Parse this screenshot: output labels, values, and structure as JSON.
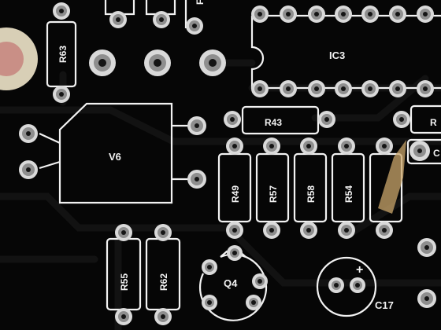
{
  "board": {
    "colors": {
      "substrate": "#060606",
      "trace": "#121212",
      "silkscreen": "#f2f2f2",
      "pad_outer": "#d9d9d9",
      "pad_inner": "#8e8e8e",
      "hole": "#151515",
      "mount_ring": "#d8cfb6",
      "mount_hole": "#c98f86",
      "flux": "#c9a66b"
    },
    "labels": {
      "r63": "R63",
      "ic3": "IC3",
      "r43": "R43",
      "v6": "V6",
      "r49": "R49",
      "r57": "R57",
      "r58": "R58",
      "r54": "R54",
      "r55": "R55",
      "r62": "R62",
      "q4": "Q4",
      "c17": "C17",
      "c17_polarity": "+",
      "partial_right_r": "R",
      "partial_right_c": "C"
    }
  }
}
